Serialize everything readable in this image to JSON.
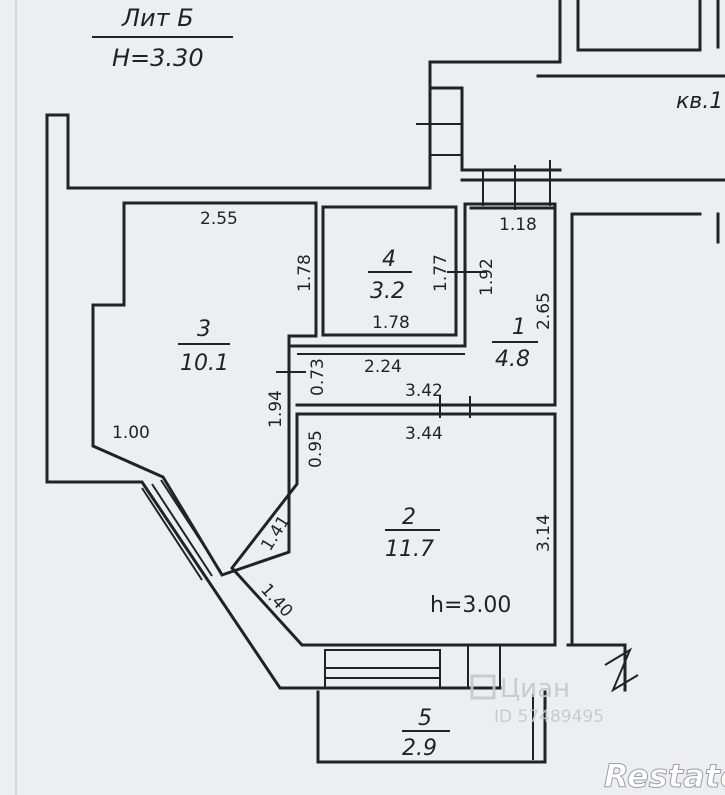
{
  "header": {
    "lit_label": "Лит Б",
    "height_label": "H=3.30",
    "apartment_ref": "кв.1"
  },
  "rooms": [
    {
      "number": "1",
      "area": "4.8"
    },
    {
      "number": "2",
      "area": "11.7"
    },
    {
      "number": "3",
      "area": "10.1"
    },
    {
      "number": "4",
      "area": "3.2"
    },
    {
      "number": "5",
      "area": "2.9"
    }
  ],
  "room_height": "h=3.00",
  "dimensions": {
    "r3_top": "2.55",
    "r3_right": "1.78",
    "r3_bottom": "1.00",
    "r3_corridor": "1.94",
    "r4_left": "1.77",
    "r4_bottom": "1.78",
    "r4_right": "1.92",
    "r1_top": "1.18",
    "r1_right": "2.65",
    "corr_height": "0.73",
    "corr_width": "2.24",
    "r2_top_outer": "3.42",
    "r2_top_inner": "3.44",
    "r2_left": "0.95",
    "r2_diag1": "1.41",
    "r2_diag2": "1.40",
    "r2_right": "3.14"
  },
  "watermark": {
    "brand": "Циан",
    "id": "ID 57489495"
  },
  "logo": "Restate"
}
